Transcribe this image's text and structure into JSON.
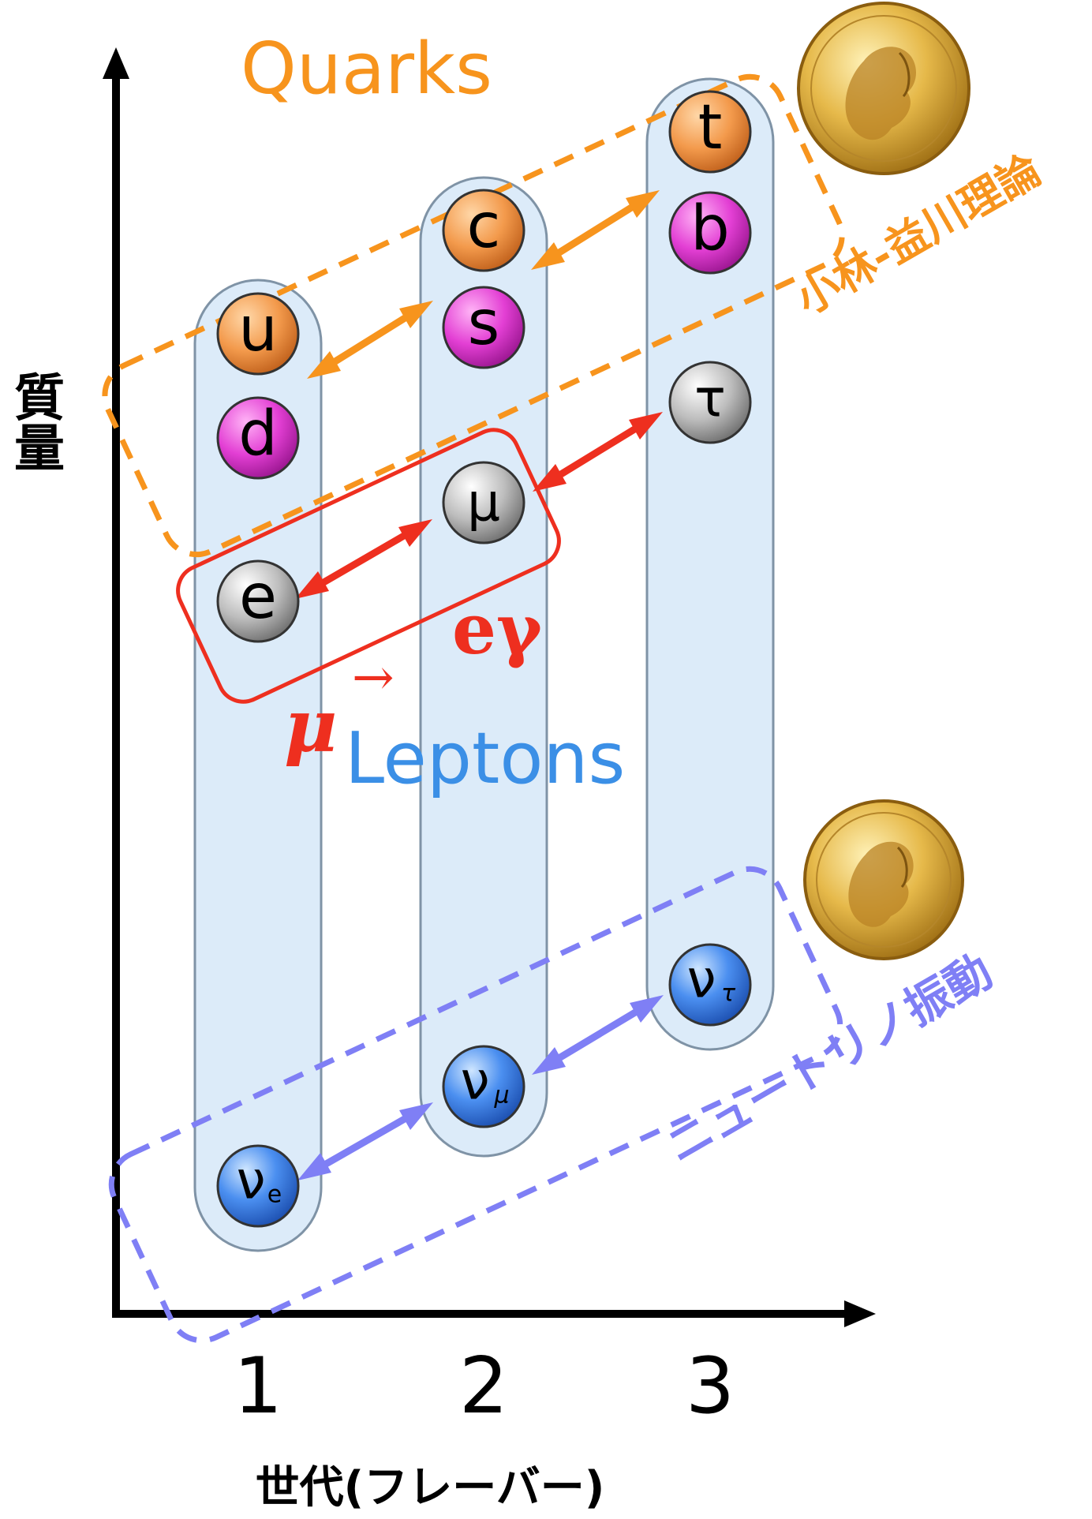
{
  "labels": {
    "quarks": "Quarks",
    "leptons": "Leptons",
    "km_theory": "小林-益川理論",
    "neutrino_oscillation": "ニュートリノ振動",
    "mu_to_egamma_mu": "μ",
    "mu_to_egamma_arrow": "→",
    "mu_to_egamma_eg": "eγ",
    "y_axis": "質量",
    "x_axis": "世代(フレーバー)"
  },
  "generations": [
    "1",
    "2",
    "3"
  ],
  "particles": {
    "u": "u",
    "d": "d",
    "c": "c",
    "s": "s",
    "t": "t",
    "b": "b",
    "e": "e",
    "mu": "μ",
    "tau": "τ",
    "nu": "ν",
    "nu_e_sub": "e",
    "nu_mu_sub": "μ",
    "nu_tau_sub": "τ"
  },
  "colors": {
    "quark_up": "#f39a4c",
    "quark_down": "#e33fd4",
    "lepton": "#a9a9a9",
    "neutrino": "#3d7fe0",
    "column_fill": "#dcebf9",
    "column_stroke": "#7f93a6",
    "quark_group": "#f7941d",
    "lepton_group": "#3b8fe6",
    "mu_egamma": "#ee2f1f",
    "neutrino_group": "#7f7ff5"
  },
  "icons": [
    "nobel-medal-icon",
    "nobel-medal-icon"
  ]
}
